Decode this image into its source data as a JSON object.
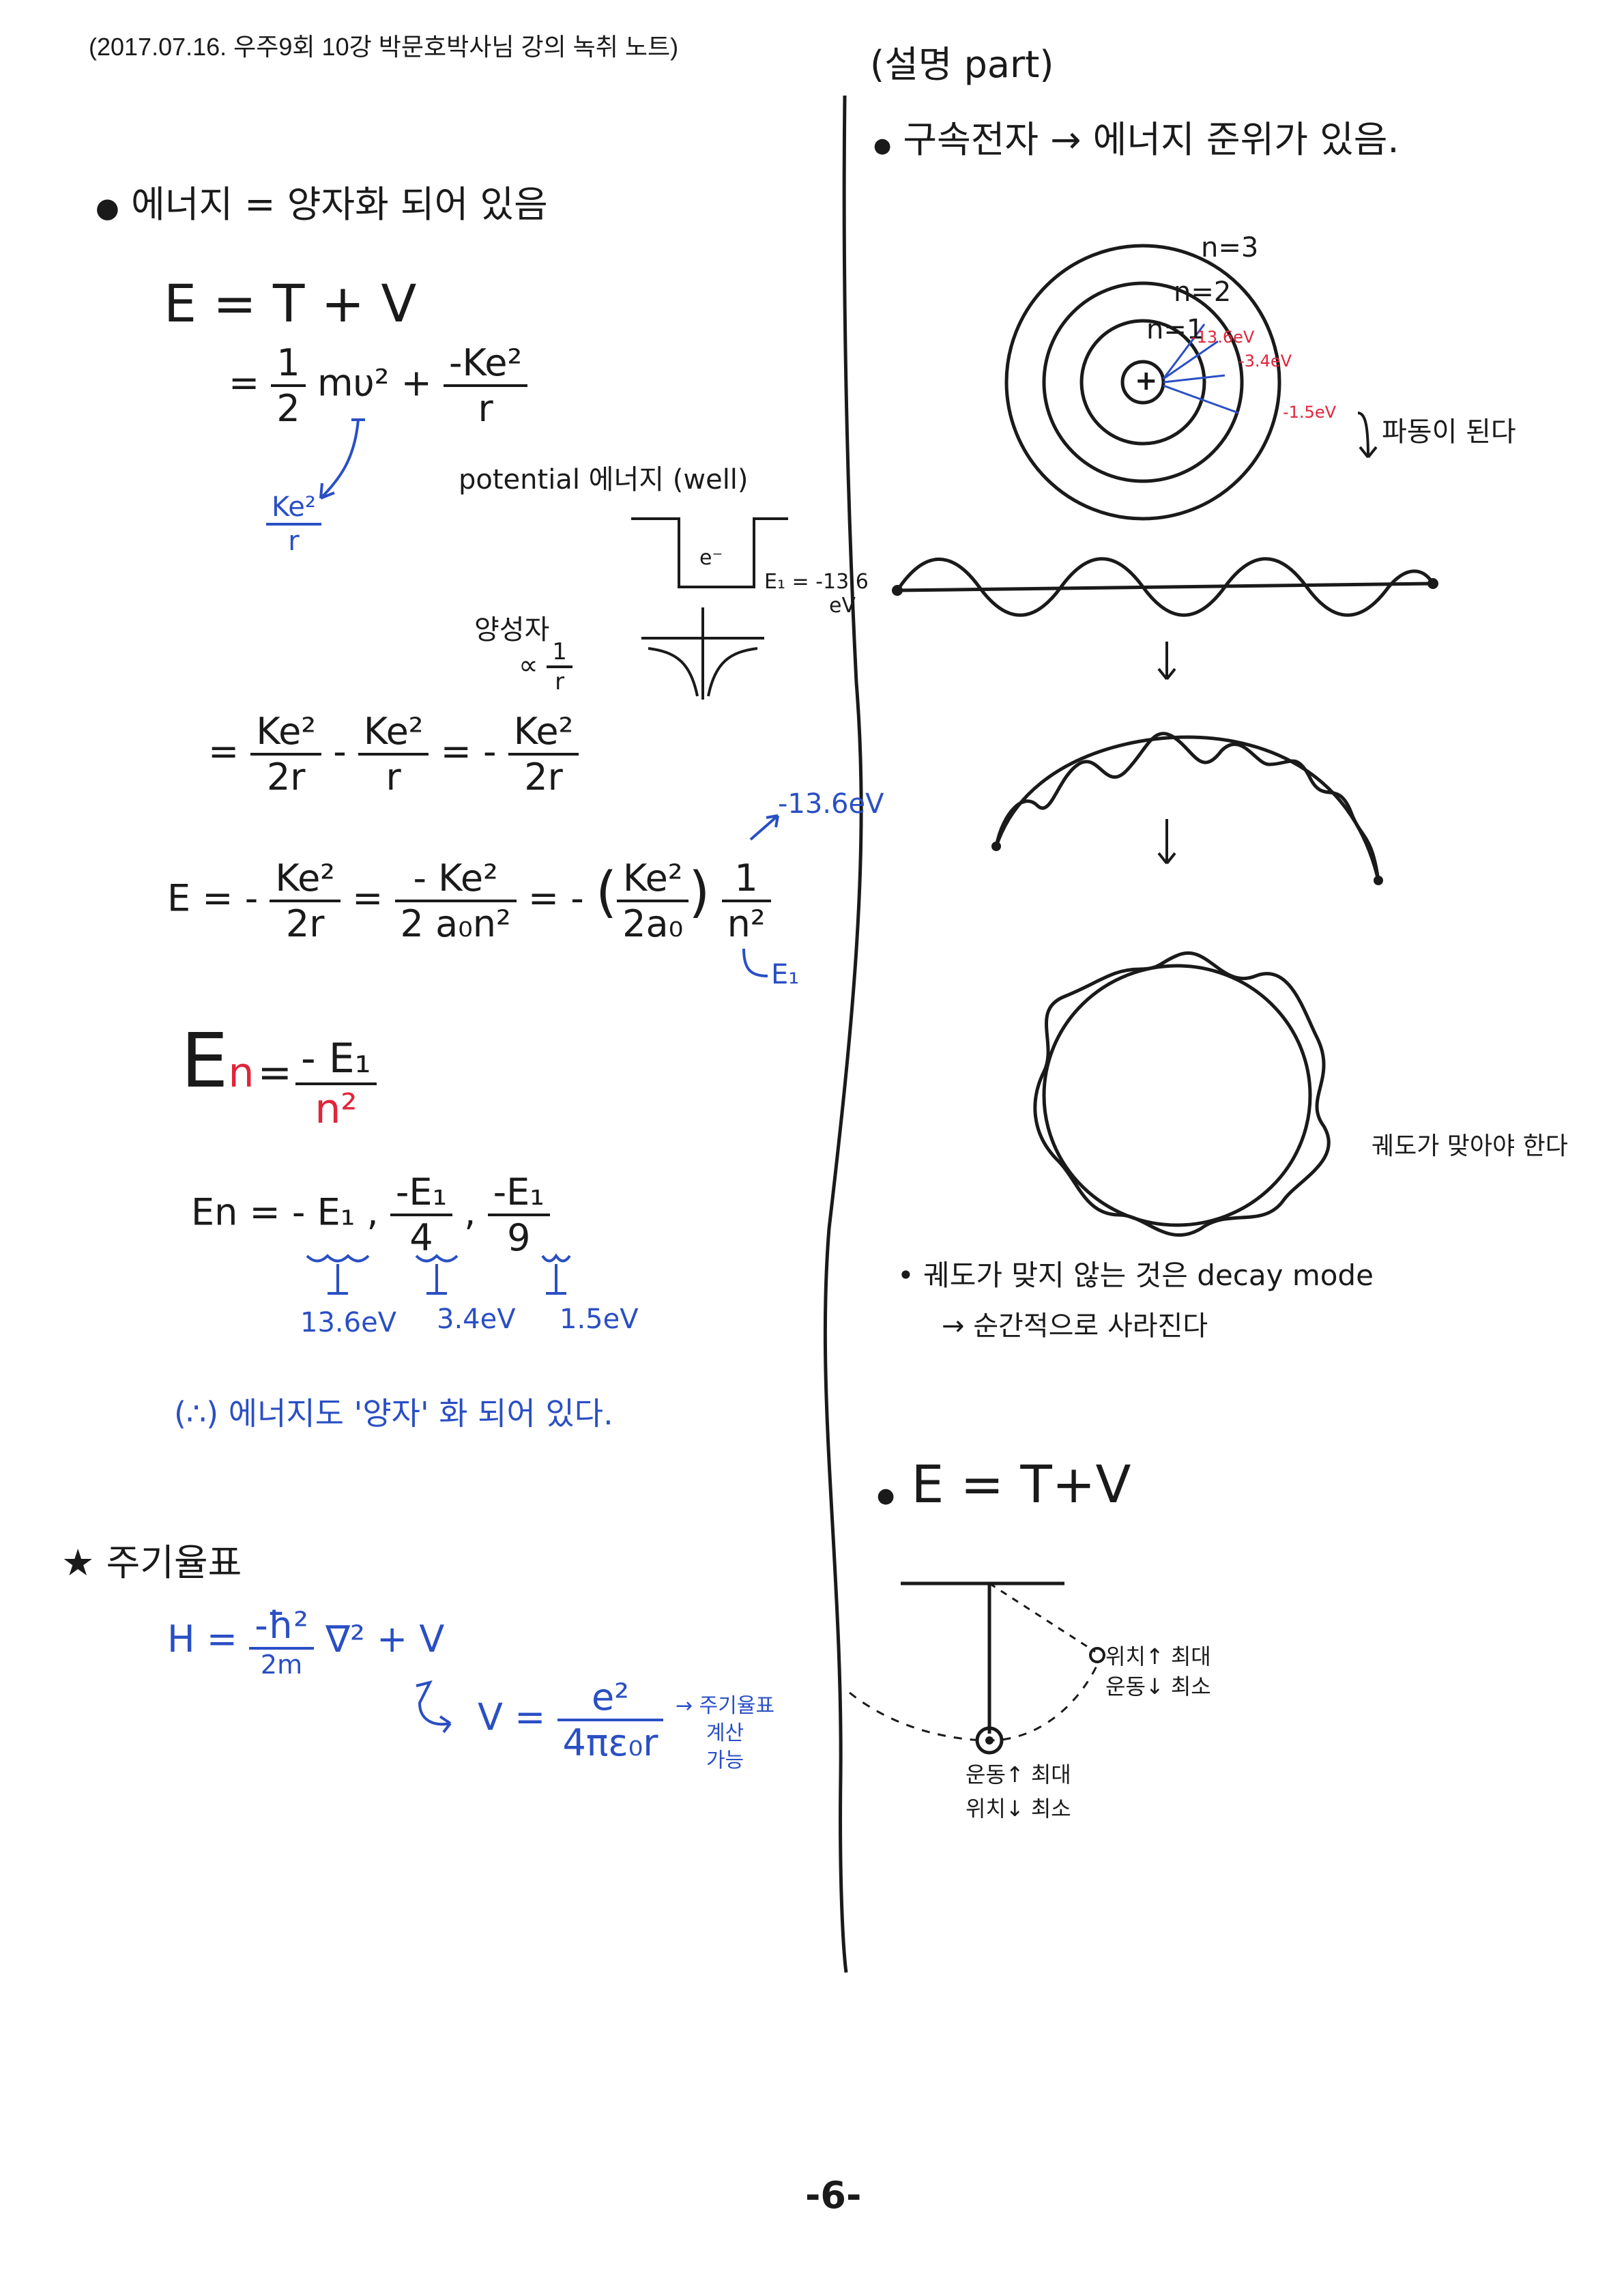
{
  "header": {
    "source": "(2017.07.16. 우주9회 10강 박문호박사님 강의 녹취 노트)"
  },
  "left": {
    "bullet_energy": "에너지 = 양자화 되어 있음",
    "eq1": "E = T + V",
    "eq2_prefix": "=",
    "eq2_f1_num": "1",
    "eq2_f1_den": "2",
    "eq2_mv": "mυ²",
    "eq2_plus": "+",
    "eq2_f2_num": "-Ke²",
    "eq2_f2_den": "r",
    "note_ke2_num": "Ke²",
    "note_ke2_den": "r",
    "potential_label": "potential 에너지 (well)",
    "well_electron": "e⁻",
    "well_e1": "E₁ = -13.6",
    "well_ev": "eV",
    "proportional_label": "양성자",
    "proportional_formula": "∝",
    "proportional_num": "1",
    "proportional_den": "r",
    "eq3_prefix": "=",
    "eq3_f1_num": "Ke²",
    "eq3_f1_den": "2r",
    "eq3_minus": "-",
    "eq3_f2_num": "Ke²",
    "eq3_f2_den": "r",
    "eq3_eq": "= -",
    "eq3_f3_num": "Ke²",
    "eq3_f3_den": "2r",
    "eq4_E": "E = -",
    "eq4_f1_num": "Ke²",
    "eq4_f1_den": "2r",
    "eq4_eq": "=",
    "eq4_f2_num": "- Ke²",
    "eq4_f2_den": "2 a₀n²",
    "eq4_eq2": "= -",
    "eq4_f3_num": "Ke²",
    "eq4_f3_den": "2a₀",
    "eq4_f4_num": "1",
    "eq4_f4_den": "n²",
    "note_minus136": "-13.6eV",
    "note_E1": "E₁",
    "eq5_E": "E",
    "eq5_n": "n",
    "eq5_eq": "=",
    "eq5_num": "- E₁",
    "eq5_den": "n²",
    "eq6_prefix": "En = - E₁ ,",
    "eq6_f1_num": "-E₁",
    "eq6_f1_den": "4",
    "eq6_comma": ",",
    "eq6_f2_num": "-E₁",
    "eq6_f2_den": "9",
    "eq6_vals": [
      "13.6eV",
      "3.4eV",
      "1.5eV"
    ],
    "conclusion": "(∴) 에너지도 '양자' 화 되어 있다.",
    "star_title": "주기율표",
    "H_lhs": "H =",
    "H_num": "-ħ²",
    "H_den": "2m",
    "H_rest": "∇² + V",
    "V_lhs": "V =",
    "V_num": "e²",
    "V_den": "4πε₀r",
    "periodic_note": [
      "→ 주기율표",
      "계산",
      "가능"
    ]
  },
  "right": {
    "title": "(설명 part)",
    "bullet_bound": "구속전자 → 에너지 준위가 있음.",
    "n3": "n=3",
    "n2": "n=2",
    "n1": "n=1",
    "nucleus": "+",
    "e_136": "-13.6eV",
    "e_34": "-3.4eV",
    "e_15": "-1.5eV",
    "wave_note": "파동이 된다",
    "orbit_note": "궤도가 맞아야 한다",
    "decay_note": "• 궤도가 맞지 않는 것은 decay mode",
    "decay_note2": "→ 순간적으로 사라진다",
    "eq_ETV": "E = T+V",
    "pend_top": [
      "위치↑ 최대",
      "운동↓ 최소"
    ],
    "pend_bottom": [
      "운동↑ 최대",
      "위치↓ 최소"
    ]
  },
  "footer": {
    "page": "-6-"
  }
}
